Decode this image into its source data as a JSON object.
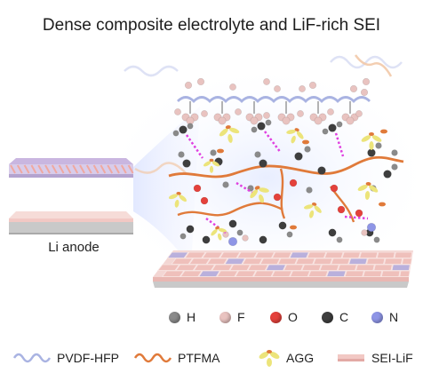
{
  "title": "Dense composite electrolyte and LiF-rich SEI",
  "anode_label": "Li anode",
  "atom_legend": [
    {
      "label": "H",
      "color": "#8a8a8a"
    },
    {
      "label": "F",
      "color": "#e9c3c0"
    },
    {
      "label": "O",
      "color": "#e4413b"
    },
    {
      "label": "C",
      "color": "#3e3e3e"
    },
    {
      "label": "N",
      "color": "#8e95e6"
    }
  ],
  "material_legend": [
    {
      "label": "PVDF-HFP",
      "color": "#a9b3e2",
      "icon": "wavy-line-icon"
    },
    {
      "label": "PTFMA",
      "color": "#e07a3a",
      "icon": "wavy-line-icon"
    },
    {
      "label": "AGG",
      "color": "#ece47a",
      "icon": "agg-molecule-icon"
    },
    {
      "label": "SEI-LiF",
      "color": "#f2c8c4",
      "icon": "sei-layer-icon"
    }
  ],
  "colors": {
    "pvdf": "#a9b3e2",
    "ptfma": "#e07a3a",
    "agg": "#ece47a",
    "hbond": "#e040e0",
    "sei_pink": "#f2c8c4",
    "sei_purple": "#b9b0dc",
    "substrate": "#c9c9c9"
  }
}
